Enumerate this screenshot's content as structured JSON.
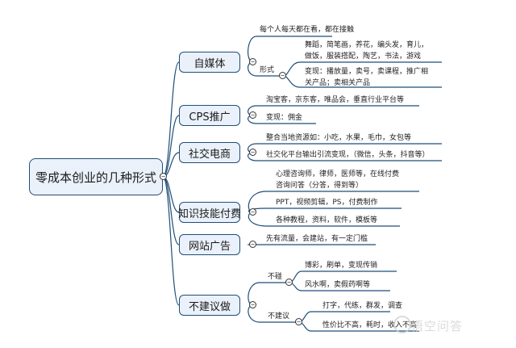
{
  "root": "零成本创业的几种形式",
  "branches": [
    {
      "label": "自媒体"
    },
    {
      "label": "CPS推广"
    },
    {
      "label": "社交电商"
    },
    {
      "label": "知识技能付费"
    },
    {
      "label": "网站广告"
    },
    {
      "label": "不建议做"
    }
  ],
  "sub": {
    "media_form": "形式",
    "no_touch": "不碰",
    "not_recommend": "不建议"
  },
  "leaves": {
    "media_1": "每个人每天都在看，都在接触",
    "media_2a": "舞蹈，简笔画，养花，编头发，育儿，",
    "media_2b": "做饭，服装搭配，陶艺，书法，游戏",
    "media_3a": "变现：播放量，卖号，卖课程，推广相",
    "media_3b": "关产品；卖相关产品",
    "cps_1": "淘宝客，京东客，唯品会，垂直行业平台等",
    "cps_2": "变现：佣金",
    "social_1": "整合当地资源如：小吃，水果，毛巾，女包等",
    "social_2": "社交化平台输出引流变现，（微信，头条，抖音等）",
    "know_1a": "心理咨询师，律师，医师等，在线付费",
    "know_1b": "咨询问答（分答，得到等）",
    "know_2": "PPT，视频剪辑，PS，付费制作",
    "know_3": "各种教程，资料，软件，模板等",
    "web_1": "先有流量，会建站，有一定门槛",
    "no_1": "博彩，刷单，变现传销",
    "no_2": "风水啊，卖假药啊等",
    "notrec_1": "打字，代练，群发，调查",
    "notrec_2": "性价比不高，耗时，收入不高"
  },
  "watermark": "悟空问答",
  "colors": {
    "line": "#1f4e79",
    "node_border": "#1f4e79",
    "node_fill": "#eaf1fa"
  }
}
